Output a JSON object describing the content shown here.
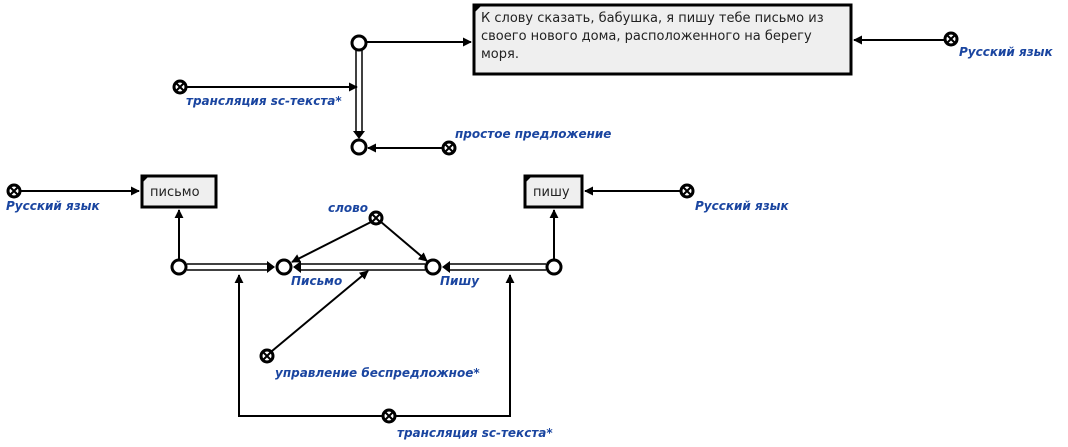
{
  "paragraph_text": "К слову сказать, бабушка, я пишу тебе письмо из своего нового дома, расположенного на берегу моря.",
  "labels": {
    "russian_top": "Русский язык",
    "russian_left": "Русский язык",
    "russian_right": "Русский язык",
    "translation_top": "трансляция sc-текста*",
    "translation_bottom": "трансляция sc-текста*",
    "simple_sentence": "простое предложение",
    "word": "слово",
    "pismo_node": "Письмо",
    "pishu_node": "Пишу",
    "government": "управление беспредложное*"
  },
  "boxes": {
    "pismo": "письмо",
    "pishu": "пишу"
  },
  "colors": {
    "label": "#1a45a0",
    "line": "#000000",
    "box_fill": "#efefef"
  }
}
